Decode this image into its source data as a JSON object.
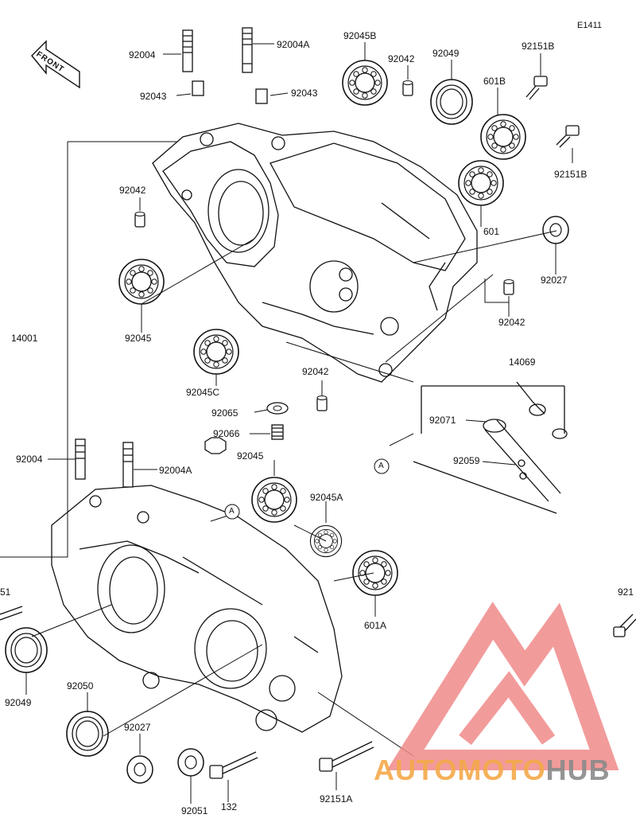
{
  "diagram_code": "E1411",
  "front_badge": "FRONT",
  "watermark": {
    "part1": "AUTOMOTO",
    "part2": "HUB",
    "color_main": "#f4a94a",
    "color_hub": "#8a8a8a",
    "logo_color": "#f08a8a"
  },
  "callout_letter": "A",
  "labels": [
    {
      "id": "92004-top",
      "text": "92004"
    },
    {
      "id": "92004A-top",
      "text": "92004A"
    },
    {
      "id": "92043-left",
      "text": "92043"
    },
    {
      "id": "92043-right",
      "text": "92043"
    },
    {
      "id": "92045B",
      "text": "92045B"
    },
    {
      "id": "92042-top",
      "text": "92042"
    },
    {
      "id": "92049-top",
      "text": "92049"
    },
    {
      "id": "92151B-top",
      "text": "92151B"
    },
    {
      "id": "601B",
      "text": "601B"
    },
    {
      "id": "92151B-mid",
      "text": "92151B"
    },
    {
      "id": "92042-left",
      "text": "92042"
    },
    {
      "id": "601",
      "text": "601"
    },
    {
      "id": "92027-right",
      "text": "92027"
    },
    {
      "id": "92045-left",
      "text": "92045"
    },
    {
      "id": "92042-right",
      "text": "92042"
    },
    {
      "id": "14001",
      "text": "14001"
    },
    {
      "id": "92045C",
      "text": "92045C"
    },
    {
      "id": "92042-mid",
      "text": "92042"
    },
    {
      "id": "14069",
      "text": "14069"
    },
    {
      "id": "92065",
      "text": "92065"
    },
    {
      "id": "92071",
      "text": "92071"
    },
    {
      "id": "92066",
      "text": "92066"
    },
    {
      "id": "92059",
      "text": "92059"
    },
    {
      "id": "92004-bot",
      "text": "92004"
    },
    {
      "id": "92004A-bot",
      "text": "92004A"
    },
    {
      "id": "92045-bot",
      "text": "92045"
    },
    {
      "id": "92045A",
      "text": "92045A"
    },
    {
      "id": "51-cut",
      "text": "51"
    },
    {
      "id": "921-cut",
      "text": "921"
    },
    {
      "id": "601A",
      "text": "601A"
    },
    {
      "id": "92049-bot",
      "text": "92049"
    },
    {
      "id": "92050",
      "text": "92050"
    },
    {
      "id": "92027-bot",
      "text": "92027"
    },
    {
      "id": "92051",
      "text": "92051"
    },
    {
      "id": "132",
      "text": "132"
    },
    {
      "id": "92151A",
      "text": "92151A"
    }
  ]
}
